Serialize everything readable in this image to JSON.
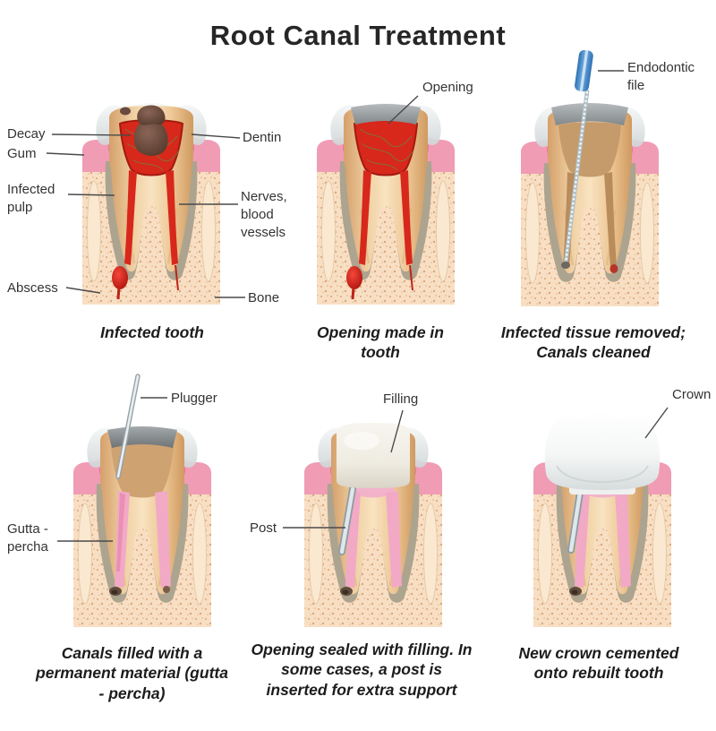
{
  "title": "Root Canal Treatment",
  "colors": {
    "gum_pink": "#f09cb5",
    "gum_bright": "#f36f9c",
    "bone": "#f8dfc4",
    "dentin": "#eec795",
    "ligament_gray": "#ada48f",
    "infected_pulp_red": "#d7281b",
    "gutta_percha_pink": "#f2a9c6",
    "enamel": "#eef0f1",
    "opening_gray": "#8a9092",
    "file_handle_blue": "#3f86c9",
    "filling_ivory": "#f2efe7",
    "crown_white": "#f8f9f9"
  },
  "panels": [
    {
      "name": "infected-tooth",
      "caption": "Infected tooth",
      "labels": [
        {
          "text": "Decay"
        },
        {
          "text": "Gum"
        },
        {
          "text": "Infected pulp"
        },
        {
          "text": "Abscess"
        },
        {
          "text": "Dentin"
        },
        {
          "text": "Nerves, blood vessels"
        },
        {
          "text": "Bone"
        }
      ]
    },
    {
      "name": "opening-made",
      "caption": "Opening made in tooth",
      "labels": [
        {
          "text": "Opening"
        }
      ]
    },
    {
      "name": "canals-cleaned",
      "caption": "Infected tissue removed; Canals cleaned",
      "labels": [
        {
          "text": "Endodontic file"
        }
      ]
    },
    {
      "name": "canals-filled",
      "caption": "Canals filled with a permanent material (gutta - percha)",
      "labels": [
        {
          "text": "Plugger"
        },
        {
          "text": "Gutta - percha"
        }
      ]
    },
    {
      "name": "opening-sealed",
      "caption": "Opening sealed with filling. In some cases, a post is inserted for extra support",
      "labels": [
        {
          "text": "Filling"
        },
        {
          "text": "Post"
        }
      ]
    },
    {
      "name": "crown-cemented",
      "caption": "New crown cemented onto rebuilt tooth",
      "labels": [
        {
          "text": "Crown"
        }
      ]
    }
  ]
}
